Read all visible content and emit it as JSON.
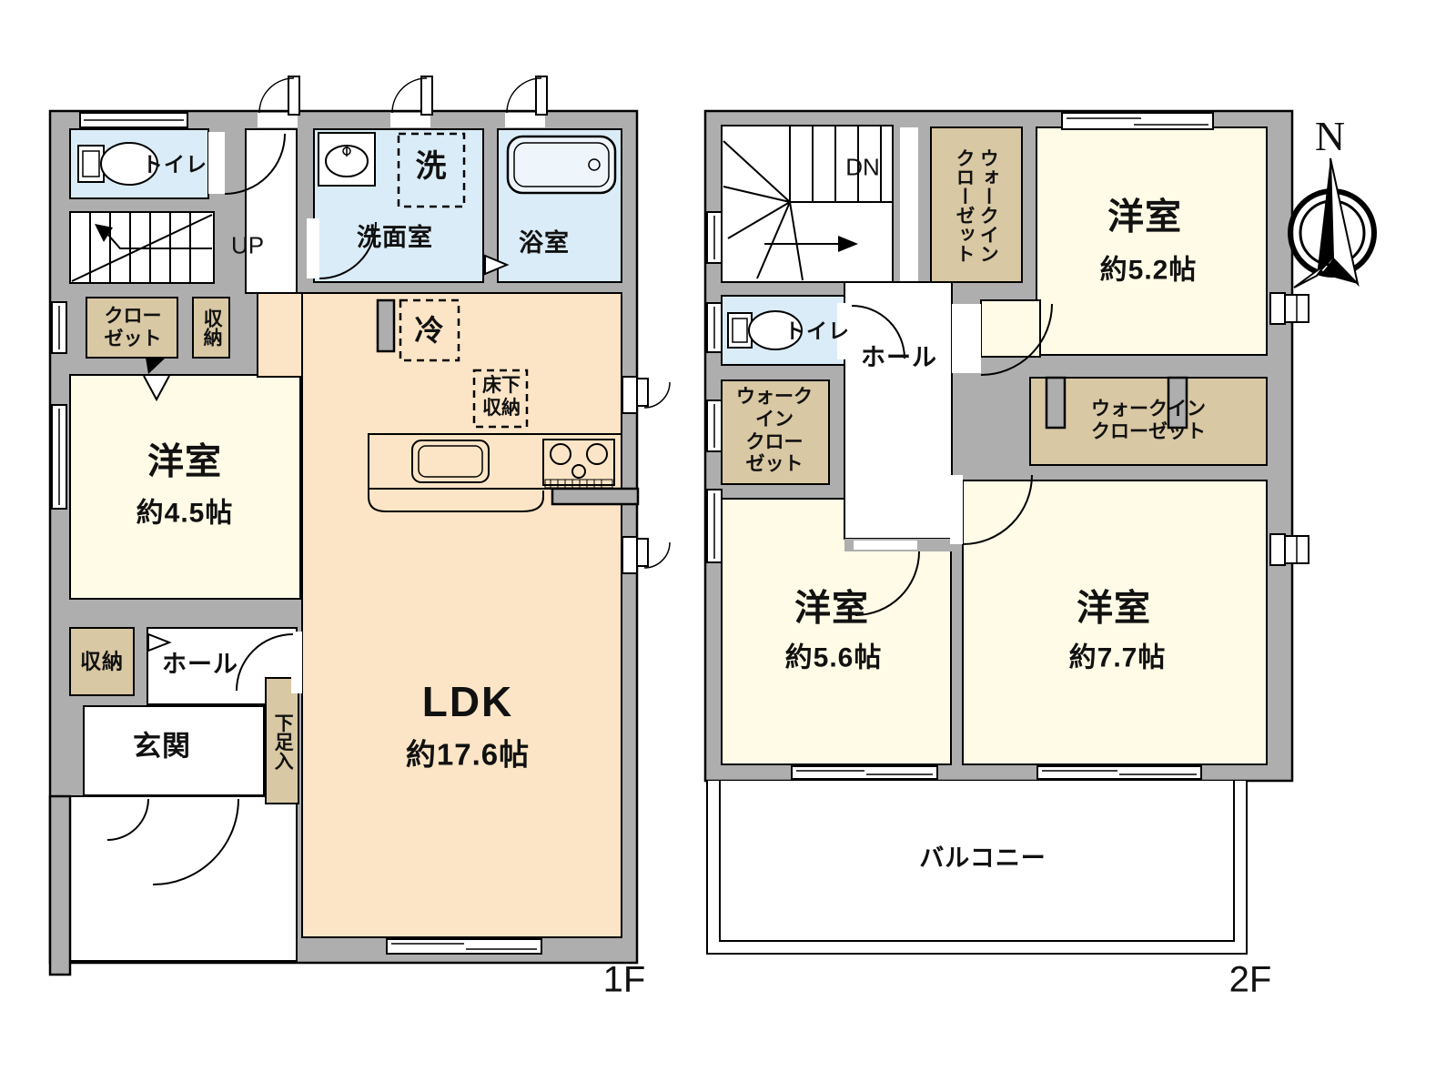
{
  "colors": {
    "wall": "#aeaeae",
    "outline": "#000000",
    "room_cream": "#fffbe6",
    "room_peach": "#fbe5c6",
    "room_blue": "#daecf7",
    "room_tan": "#d8c8a3",
    "tub_blue": "#eef6fc"
  },
  "compass": {
    "north": "N"
  },
  "f1": {
    "floor_label": "1F",
    "toilet": "トイレ",
    "stairs": "UP",
    "closet": "クロー\nゼット",
    "storage_top": "収納",
    "bedroom": "洋室",
    "bedroom_size": "約4.5帖",
    "storage_bottom": "収納",
    "hall": "ホール",
    "entrance": "玄関",
    "shoe_cabinet": "下足入",
    "washroom": "洗面室",
    "washer": "洗",
    "bath": "浴室",
    "fridge": "冷",
    "underfloor_storage": "床下\n収納",
    "ldk": "LDK",
    "ldk_size": "約17.6帖"
  },
  "f2": {
    "floor_label": "2F",
    "stairs": "DN",
    "toilet": "トイレ",
    "hall": "ホール",
    "wic_top": "ウォークイン\nクローゼット",
    "wic_left": "ウォーク\nイン\nクロー\nゼット",
    "wic_right": "ウォークイン\nクローゼット",
    "bedroom1": "洋室",
    "bedroom1_size": "約5.2帖",
    "bedroom2": "洋室",
    "bedroom2_size": "約5.6帖",
    "bedroom3": "洋室",
    "bedroom3_size": "約7.7帖",
    "balcony": "バルコニー"
  }
}
